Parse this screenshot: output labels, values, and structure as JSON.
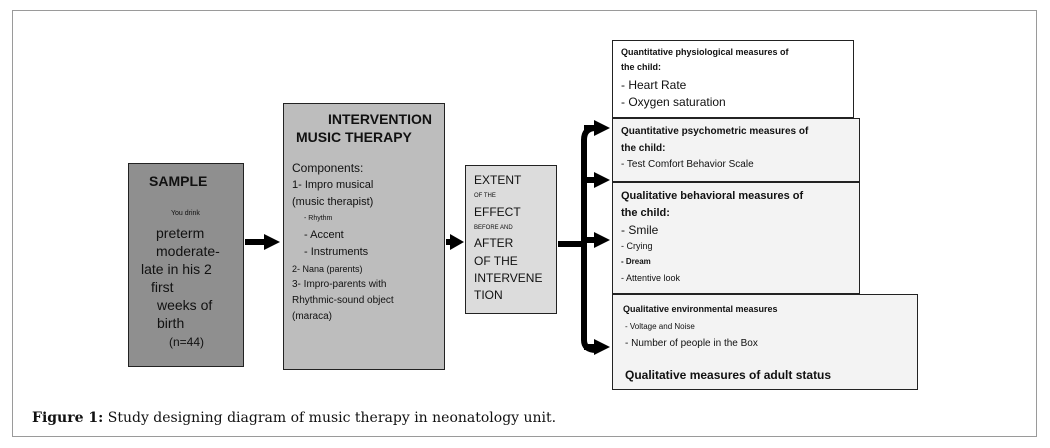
{
  "figure": {
    "caption_label": "Figure 1:",
    "caption_text": " Study designing diagram of music therapy in neonatology unit."
  },
  "sample": {
    "title": "SAMPLE",
    "line1": "You drink",
    "line2": "preterm",
    "line3": "moderate-",
    "line4": "late in his 2",
    "line5": "first",
    "line6": "weeks of",
    "line7": "birth",
    "line8": "(n=44)"
  },
  "intervention": {
    "title1": "INTERVENTION",
    "title2": "MUSIC THERAPY",
    "components": "Components:",
    "c1a": "1- Impro musical",
    "c1b": "(music therapist)",
    "rhythm": "- Rhythm",
    "accent": "- Accent",
    "instruments": "- Instruments",
    "c2": "2- Nana (parents)",
    "c3a": "3- Impro-parents with",
    "c3b": "Rhythmic-sound object",
    "c3c": "(maraca)"
  },
  "extent": {
    "l1": "EXTENT",
    "l2": "OF THE",
    "l3": "EFFECT",
    "l4": "BEFORE AND",
    "l5": "AFTER",
    "l6": "OF THE",
    "l7": "INTERVENE",
    "l8": "TION"
  },
  "measures": {
    "physio": {
      "title1": "Quantitative physiological measures of",
      "title2": "the child:",
      "i1": "- Heart Rate",
      "i2": "- Oxygen saturation"
    },
    "psycho": {
      "title1": "Quantitative psychometric measures of",
      "title2": "the child:",
      "i1": "- Test Comfort Behavior Scale"
    },
    "behav": {
      "title1": "Qualitative behavioral measures of",
      "title2": "the child:",
      "i1": "- Smile",
      "i2": "- Crying",
      "i3": "- Dream",
      "i4": "- Attentive look"
    },
    "env": {
      "title1": "Qualitative environmental measures",
      "i1": "- Voltage and Noise",
      "i2": "- Number of people in the Box",
      "adult": "Qualitative measures of adult status"
    }
  }
}
